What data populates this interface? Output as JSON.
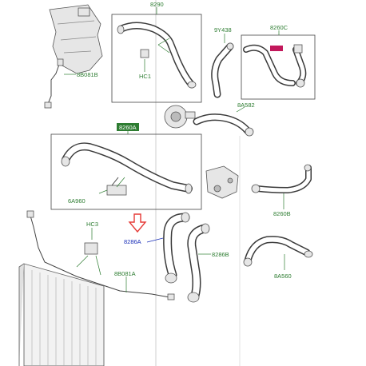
{
  "colors": {
    "label": "#2e7d32",
    "highlight_label": "#1a2fb8",
    "arrow": "#e53935",
    "tag_fill": "#c2185b"
  },
  "labels": {
    "p8290": "8290",
    "p9y438": "9Y438",
    "p8260c": "8260C",
    "p8b081b": "8B081B",
    "hc1": "HC1",
    "p8a582": "8A582",
    "p8260_box": "8260A",
    "p6a960": "6A960",
    "p8260b": "8260B",
    "hc3": "HC3",
    "p8286a": "8286A",
    "p8286b": "8286B",
    "p8b081a": "8B081A",
    "p8a560": "8A560"
  },
  "icons": {
    "highlight_arrow": "down-arrow-icon"
  }
}
